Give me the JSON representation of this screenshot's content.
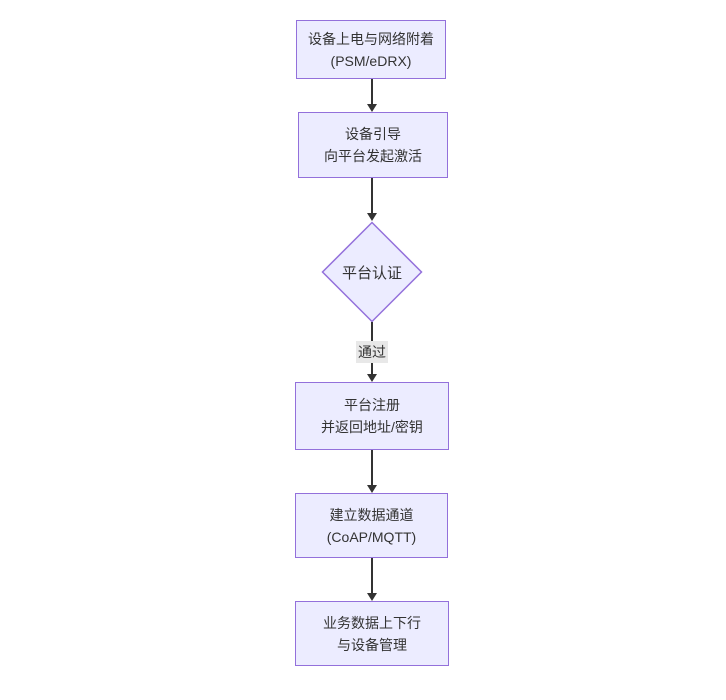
{
  "flowchart": {
    "nodes": [
      {
        "id": "device-power-network-attach",
        "shape": "rect",
        "lines": [
          "设备上电与网络附着",
          "(PSM/eDRX)"
        ]
      },
      {
        "id": "device-bootstrap",
        "shape": "rect",
        "lines": [
          "设备引导",
          "向平台发起激活"
        ]
      },
      {
        "id": "platform-auth",
        "shape": "diamond",
        "lines": [
          "平台认证"
        ]
      },
      {
        "id": "platform-register",
        "shape": "rect",
        "lines": [
          "平台注册",
          "并返回地址/密钥"
        ]
      },
      {
        "id": "data-channel",
        "shape": "rect",
        "lines": [
          "建立数据通道",
          "(CoAP/MQTT)"
        ]
      },
      {
        "id": "business-data-device-mgmt",
        "shape": "rect",
        "lines": [
          "业务数据上下行",
          "与设备管理"
        ]
      }
    ],
    "edges": [
      {
        "from": "device-power-network-attach",
        "to": "device-bootstrap",
        "label": ""
      },
      {
        "from": "device-bootstrap",
        "to": "platform-auth",
        "label": ""
      },
      {
        "from": "platform-auth",
        "to": "platform-register",
        "label": "通过"
      },
      {
        "from": "platform-register",
        "to": "data-channel",
        "label": ""
      },
      {
        "from": "data-channel",
        "to": "business-data-device-mgmt",
        "label": ""
      }
    ],
    "colors": {
      "node_fill": "#ECECFF",
      "node_border": "#9370DB",
      "arrow": "#333333",
      "edge_label_bg": "#e8e8e8",
      "text": "#333333",
      "background": "#ffffff"
    }
  }
}
